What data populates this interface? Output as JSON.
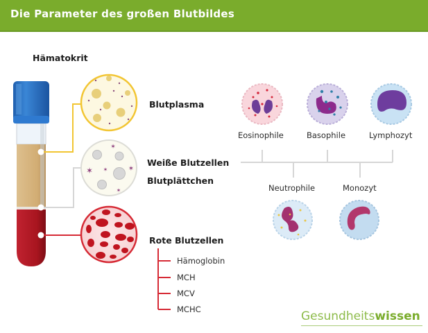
{
  "header": {
    "title": "Die Parameter des großen Blutbildes",
    "color": "#7aac2c"
  },
  "tube": {
    "label": "Hämatokrit",
    "cap_color": "#2a6fc0",
    "plasma_color": "#d8b784",
    "red_color": "#b01a24",
    "icons": [
      "blood-tube-icon"
    ]
  },
  "components": [
    {
      "label": "Blutplasma",
      "connector_color": "#f2c532",
      "icon": "plasma-cell-icon"
    },
    {
      "label": "Weiße Blutzellen",
      "connector_color": "#d2d2d2",
      "icon": "white-cells-icon"
    },
    {
      "label": "Blutplättchen",
      "connector_color": "#d2d2d2",
      "icon": "platelets-icon"
    },
    {
      "label": "Rote Blutzellen",
      "connector_color": "#d62a35",
      "icon": "red-cells-icon"
    }
  ],
  "red_cell_params": [
    "Hämoglobin",
    "MCH",
    "MCV",
    "MCHC"
  ],
  "white_cell_types": {
    "top": [
      "Eosinophile",
      "Basophile",
      "Lymphozyt"
    ],
    "bottom": [
      "Neutrophile",
      "Monozyt"
    ]
  },
  "logo": {
    "part1": "Gesundheits",
    "part2": "wissen",
    "color": "#7aac2c"
  }
}
